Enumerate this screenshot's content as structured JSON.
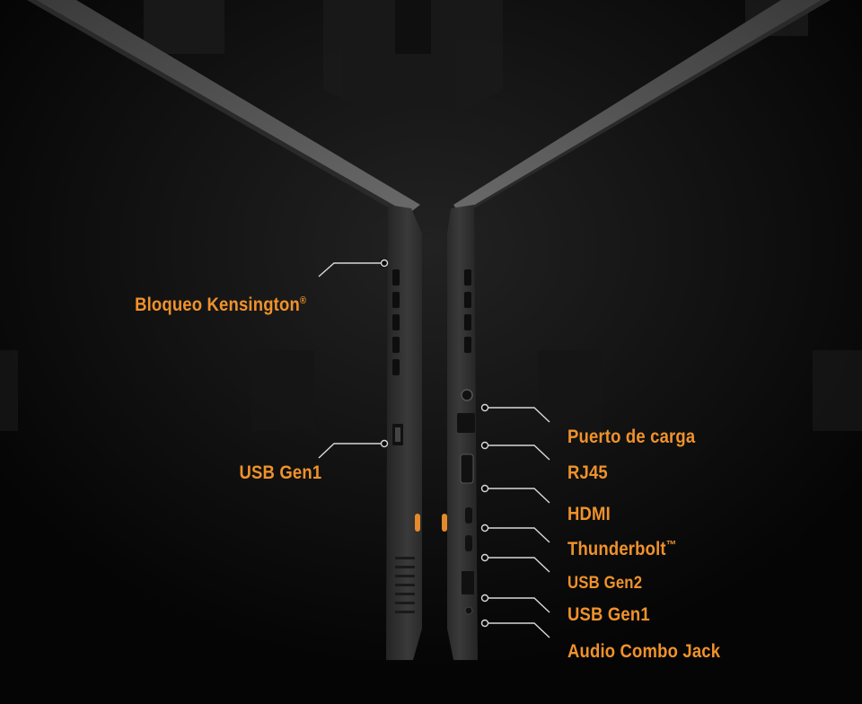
{
  "colors": {
    "background": "#0a0a0a",
    "label": "#f0922b",
    "laptop_body": "#2f2f2f",
    "leader_line": "#d8d8d8"
  },
  "ports_left": [
    {
      "id": "kensington",
      "label": "Bloqueo Kensington",
      "suffix": "®"
    },
    {
      "id": "usb-gen1-left",
      "label": "USB Gen1",
      "suffix": ""
    }
  ],
  "ports_right": [
    {
      "id": "charging",
      "label": "Puerto de carga",
      "suffix": ""
    },
    {
      "id": "rj45",
      "label": "RJ45",
      "suffix": ""
    },
    {
      "id": "hdmi",
      "label": "HDMI",
      "suffix": ""
    },
    {
      "id": "thunderbolt",
      "label": "Thunderbolt",
      "suffix": "™"
    },
    {
      "id": "usb-gen2",
      "label": "USB Gen2",
      "suffix": ""
    },
    {
      "id": "usb-gen1-right",
      "label": "USB Gen1",
      "suffix": ""
    },
    {
      "id": "audio",
      "label": "Audio Combo Jack",
      "suffix": ""
    }
  ]
}
